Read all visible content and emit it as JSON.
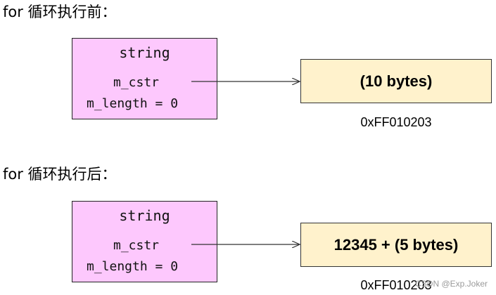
{
  "before": {
    "heading": "for 循环执行前：",
    "object": {
      "class_name": "string",
      "field_cstr": "m_cstr",
      "field_length": "m_length = 0"
    },
    "buffer": {
      "content": "(10 bytes)",
      "address": "0xFF010203"
    }
  },
  "after": {
    "heading": "for 循环执行后：",
    "object": {
      "class_name": "string",
      "field_cstr": "m_cstr",
      "field_length": "m_length = 0"
    },
    "buffer": {
      "content": "12345 + (5 bytes)",
      "address": "0xFF010203"
    }
  },
  "watermark": "CSDN @Exp.Joker"
}
